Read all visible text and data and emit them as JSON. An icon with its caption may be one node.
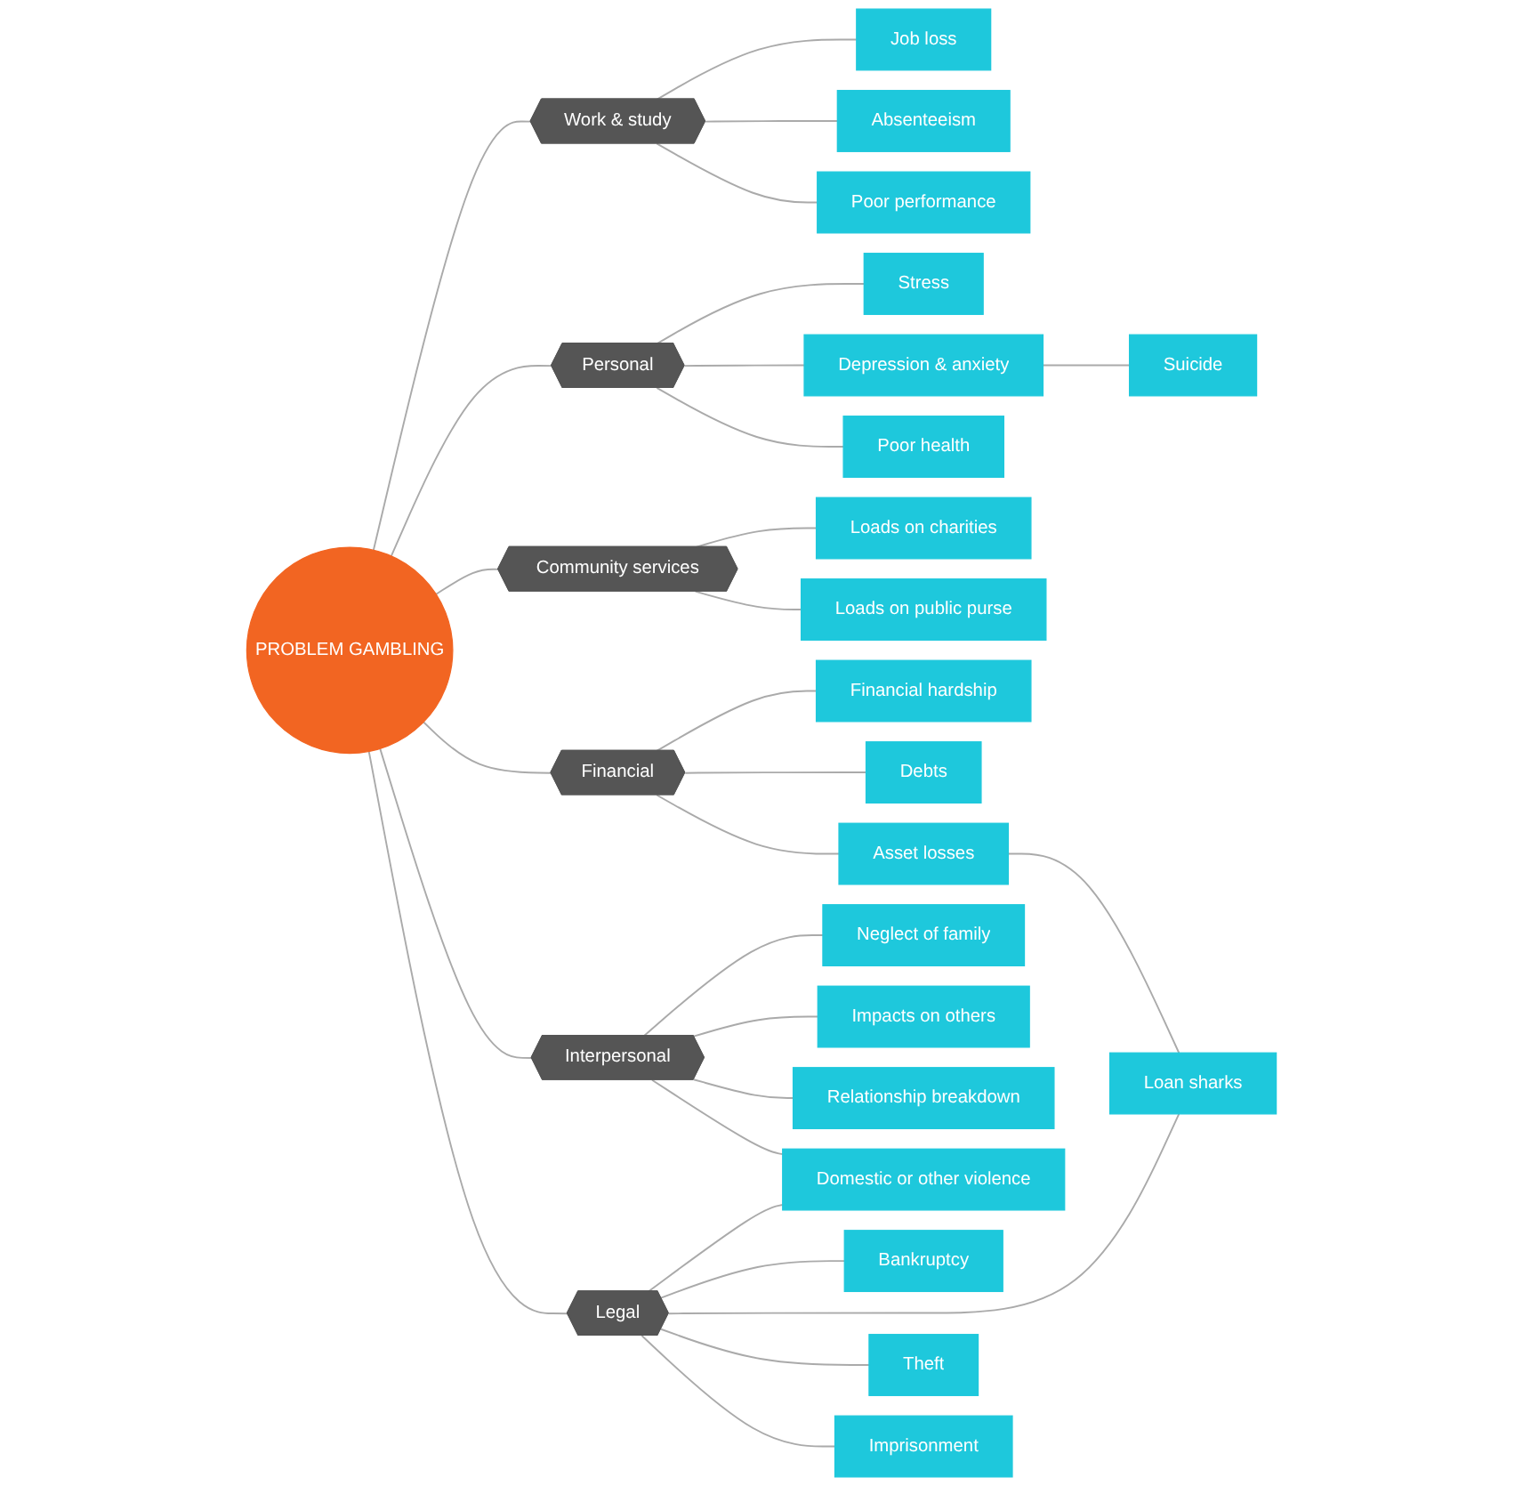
{
  "diagram": {
    "nodes": [
      {
        "text": [
          "Suicide"
        ]
      },
      {
        "text": [
          "Job loss"
        ]
      },
      {
        "text": [
          "Stress"
        ]
      },
      {
        "text": [
          "Absenteeism"
        ]
      },
      {
        "text": [
          "Depression & anxiety"
        ]
      },
      {
        "text": [
          "Work & study"
        ]
      },
      {
        "text": [
          "Personal"
        ]
      },
      {
        "text": [
          "Poor performance"
        ]
      },
      {
        "text": [
          "Poor health"
        ]
      },
      {
        "text": [
          "Financial hardship"
        ]
      },
      {
        "text": [
          "Loads on charities"
        ]
      },
      {
        "text": [
          "Community services"
        ]
      },
      {
        "text": [
          "PROBLEM GAMBLING"
        ]
      },
      {
        "text": [
          "Financial"
        ]
      },
      {
        "text": [
          "Debts"
        ]
      },
      {
        "text": [
          "Loads on public purse"
        ]
      },
      {
        "text": [
          "Asset losses"
        ]
      },
      {
        "text": [
          "Interpersonal"
        ]
      },
      {
        "text": [
          "Legal"
        ]
      },
      {
        "text": [
          "Bankruptcy"
        ]
      },
      {
        "text": [
          "Neglect of family"
        ]
      },
      {
        "text": [
          "Loan sharks"
        ]
      },
      {
        "text": [
          "Impacts on others"
        ]
      },
      {
        "text": [
          "Domestic or other violence"
        ]
      },
      {
        "text": [
          "Theft"
        ]
      },
      {
        "text": [
          "Relationship breakdown"
        ]
      },
      {
        "text": [
          "Imprisonment"
        ]
      }
    ],
    "edges": [
      {
        "from": 12,
        "to": 5,
        "arrow": "none"
      },
      {
        "from": 12,
        "to": 6,
        "arrow": "none"
      },
      {
        "from": 12,
        "to": 11,
        "arrow": "none"
      },
      {
        "from": 12,
        "to": 13,
        "arrow": "none"
      },
      {
        "from": 12,
        "to": 17,
        "arrow": "none"
      },
      {
        "from": 12,
        "to": 18,
        "arrow": "none"
      },
      {
        "from": 5,
        "to": 1,
        "arrow": "none"
      },
      {
        "from": 5,
        "to": 3,
        "arrow": "none"
      },
      {
        "from": 5,
        "to": 7,
        "arrow": "none"
      },
      {
        "from": 6,
        "to": 2,
        "arrow": "none"
      },
      {
        "from": 6,
        "to": 4,
        "arrow": "none"
      },
      {
        "from": 6,
        "to": 8,
        "arrow": "none"
      },
      {
        "from": 4,
        "to": 0,
        "arrow": "none"
      },
      {
        "from": 11,
        "to": 10,
        "arrow": "none"
      },
      {
        "from": 11,
        "to": 15,
        "arrow": "none"
      },
      {
        "from": 13,
        "to": 9,
        "arrow": "none"
      },
      {
        "from": 13,
        "to": 14,
        "arrow": "none"
      },
      {
        "from": 13,
        "to": 16,
        "arrow": "none"
      },
      {
        "from": 17,
        "to": 20,
        "arrow": "none"
      },
      {
        "from": 17,
        "to": 22,
        "arrow": "none"
      },
      {
        "from": 17,
        "to": 25,
        "arrow": "none"
      },
      {
        "from": 17,
        "to": 23,
        "arrow": "none"
      },
      {
        "from": 18,
        "to": 23,
        "arrow": "none"
      },
      {
        "from": 18,
        "to": 19,
        "arrow": "none"
      },
      {
        "from": 18,
        "to": 21,
        "arrow": "none"
      },
      {
        "from": 18,
        "to": 24,
        "arrow": "none"
      },
      {
        "from": 18,
        "to": 26,
        "arrow": "none"
      },
      {
        "from": 16,
        "to": 21,
        "arrow": "none"
      }
    ]
  }
}
